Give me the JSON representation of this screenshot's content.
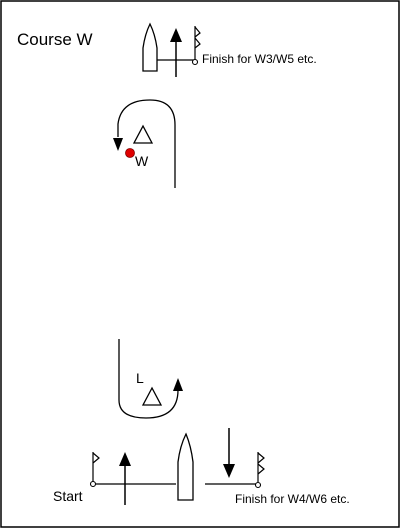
{
  "title": "Course W",
  "labels": {
    "finish_top": "Finish for W3/W5 etc.",
    "mark_w": "W",
    "mark_l": "L",
    "start": "Start",
    "finish_bottom": "Finish for W4/W6 etc."
  },
  "colors": {
    "ink": "#000000",
    "mark_dot": "#e00000",
    "mark_dot_stroke": "#800000",
    "border": "#000000",
    "background": "#ffffff"
  },
  "icons": {
    "committee_boat": "boat-hull-icon",
    "flag": "flag-icon",
    "mark": "triangle-buoy-icon",
    "rounding": "rounding-arrow-icon"
  }
}
